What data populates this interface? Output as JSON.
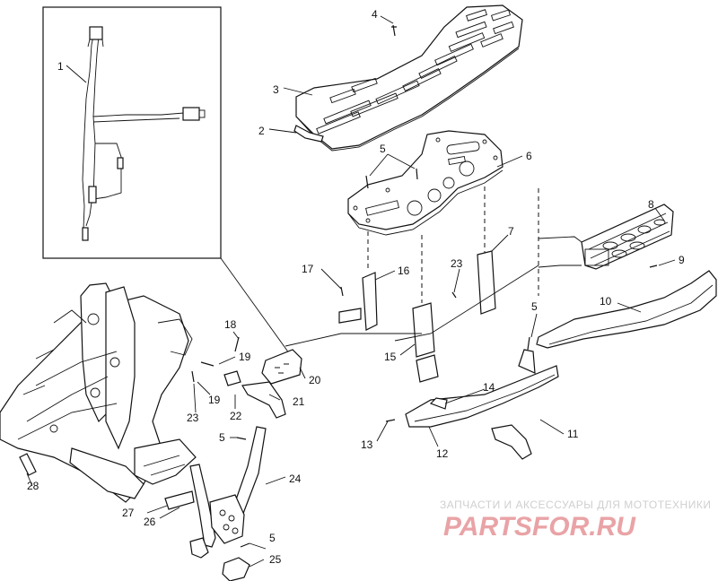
{
  "callouts": [
    {
      "id": "1",
      "text": "1"
    },
    {
      "id": "2",
      "text": "2"
    },
    {
      "id": "3",
      "text": "3"
    },
    {
      "id": "4",
      "text": "4"
    },
    {
      "id": "5a",
      "text": "5"
    },
    {
      "id": "6",
      "text": "6"
    },
    {
      "id": "7",
      "text": "7"
    },
    {
      "id": "8",
      "text": "8"
    },
    {
      "id": "9",
      "text": "9"
    },
    {
      "id": "10",
      "text": "10"
    },
    {
      "id": "11",
      "text": "11"
    },
    {
      "id": "12",
      "text": "12"
    },
    {
      "id": "13",
      "text": "13"
    },
    {
      "id": "14",
      "text": "14"
    },
    {
      "id": "15",
      "text": "15"
    },
    {
      "id": "16",
      "text": "16"
    },
    {
      "id": "17",
      "text": "17"
    },
    {
      "id": "18",
      "text": "18"
    },
    {
      "id": "19a",
      "text": "19"
    },
    {
      "id": "19b",
      "text": "19"
    },
    {
      "id": "20",
      "text": "20"
    },
    {
      "id": "21",
      "text": "21"
    },
    {
      "id": "22",
      "text": "22"
    },
    {
      "id": "23a",
      "text": "23"
    },
    {
      "id": "23b",
      "text": "23"
    },
    {
      "id": "24",
      "text": "24"
    },
    {
      "id": "25",
      "text": "25"
    },
    {
      "id": "26",
      "text": "26"
    },
    {
      "id": "27",
      "text": "27"
    },
    {
      "id": "28",
      "text": "28"
    },
    {
      "id": "5b",
      "text": "5"
    },
    {
      "id": "5c",
      "text": "5"
    },
    {
      "id": "5d",
      "text": "5"
    }
  ],
  "watermark": {
    "tagline": "ЗАПЧАСТИ И АКСЕССУАРЫ ДЛЯ МОТОТЕХНИКИ",
    "brand": "PARTSFOR.RU",
    "brand_color": "#e9a3a6",
    "tagline_color": "#cfcfcf"
  }
}
